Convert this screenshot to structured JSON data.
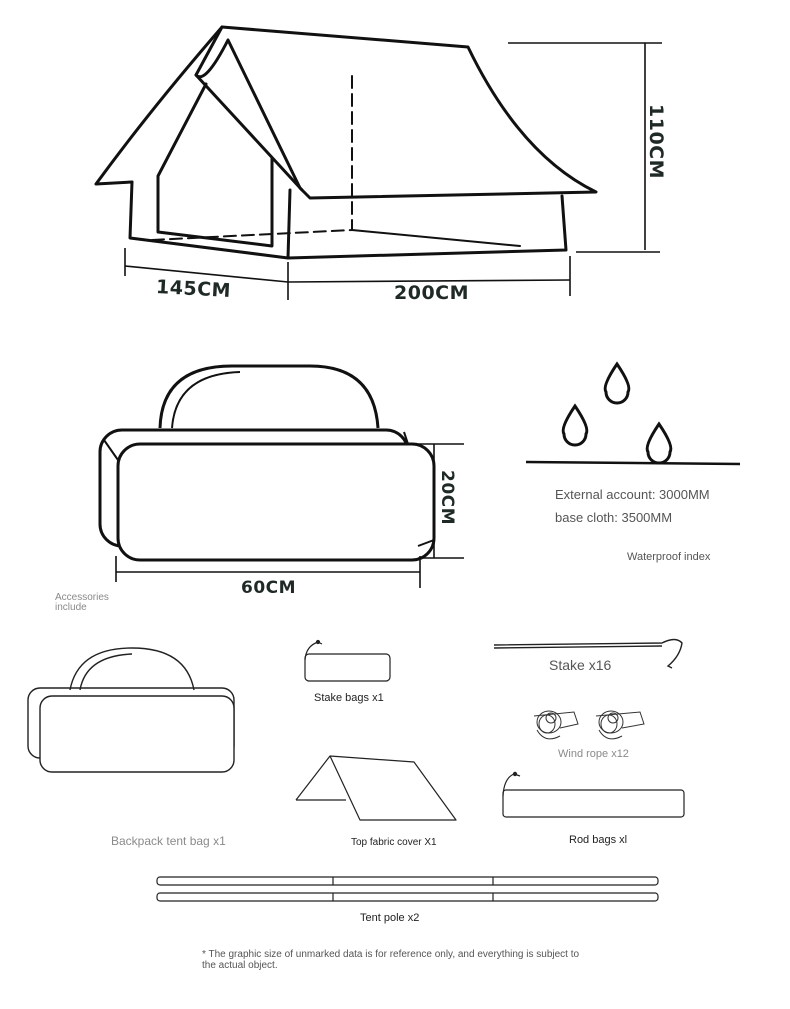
{
  "tent": {
    "width_label": "145CM",
    "length_label": "200CM",
    "height_label": "110CM"
  },
  "bag": {
    "height_label": "20CM",
    "width_label": "60CM"
  },
  "waterproof": {
    "external": "External account: 3000MM",
    "base": "base cloth: 3500MM",
    "caption": "Waterproof index"
  },
  "accessories": {
    "heading_line1": "Accessories",
    "heading_line2": "include",
    "backpack": "Backpack tent bag x1",
    "stake_bags": "Stake bags x1",
    "stake": "Stake x16",
    "wind_rope": "Wind rope x12",
    "top_cover": "Top fabric cover X1",
    "rod_bags": "Rod bags xl",
    "tent_pole": "Tent pole x2"
  },
  "footnote": "* The graphic size of unmarked data is for reference only, and everything is subject to the actual object."
}
